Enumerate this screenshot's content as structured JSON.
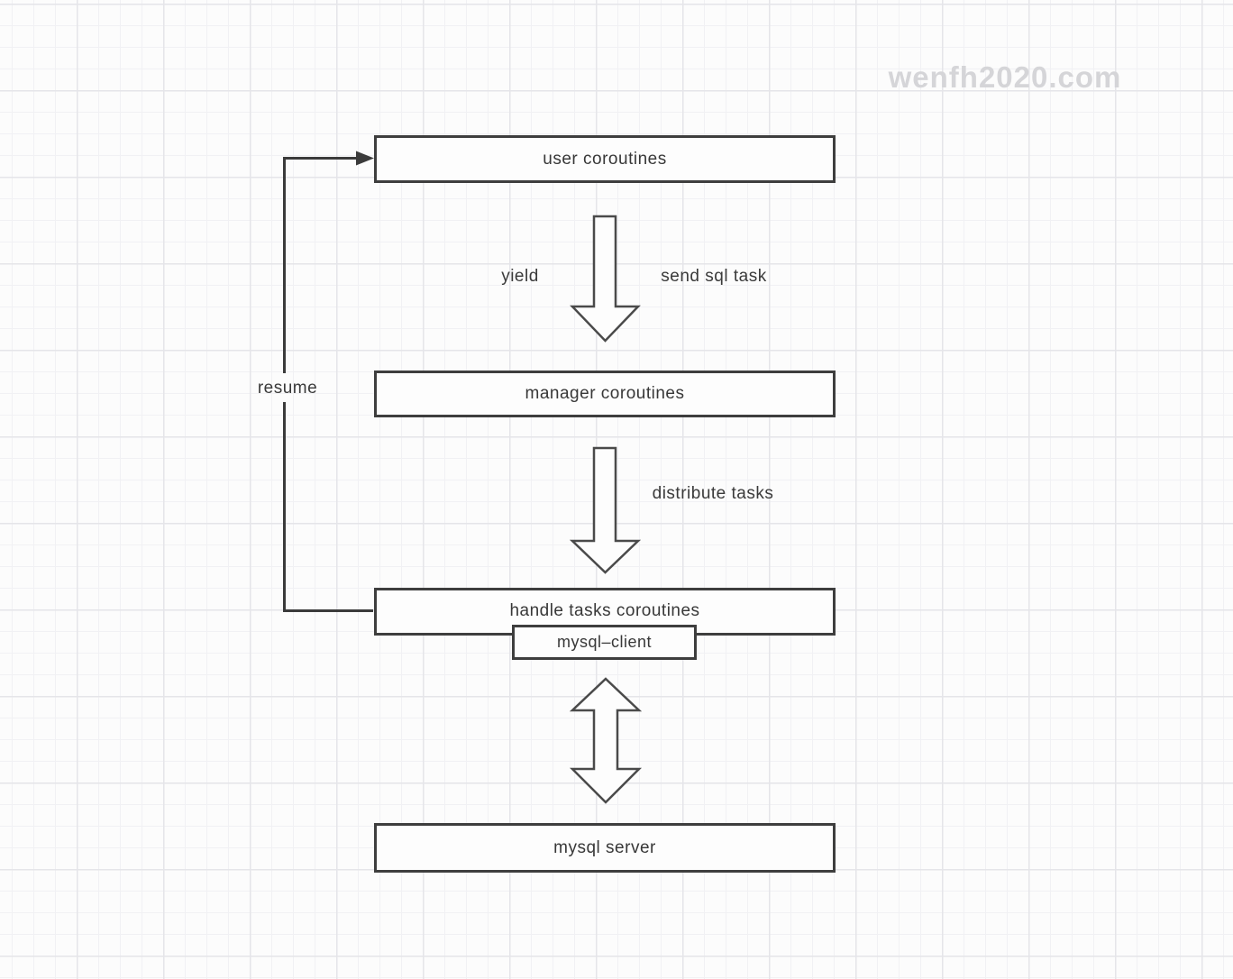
{
  "diagram": {
    "watermark": "wenfh2020.com",
    "nodes": {
      "user_coroutines": {
        "label": "user coroutines"
      },
      "manager_coroutines": {
        "label": "manager coroutines"
      },
      "handle_tasks_coroutines": {
        "label": "handle tasks coroutines"
      },
      "mysql_client": {
        "label": "mysql–client"
      },
      "mysql_server": {
        "label": "mysql server"
      }
    },
    "edge_labels": {
      "yield": "yield",
      "send_sql_task": "send sql task",
      "distribute_tasks": "distribute tasks",
      "resume": "resume"
    },
    "flow": [
      "user coroutines -> manager coroutines (yield / send sql task)",
      "manager coroutines -> handle tasks coroutines (distribute tasks)",
      "handle tasks coroutines -> user coroutines (resume)",
      "mysql-client <-> mysql server"
    ],
    "colors": {
      "background": "#fcfcfc",
      "grid_minor": "#f1f1f4",
      "grid_major": "#e5e5e9",
      "box_border": "#3e3e3e",
      "box_fill": "#fdfdfd",
      "text": "#383838",
      "arrow_outline": "#4a4a4a",
      "resume_line": "#3b3b3b",
      "watermark": "#d5d5d8"
    }
  }
}
